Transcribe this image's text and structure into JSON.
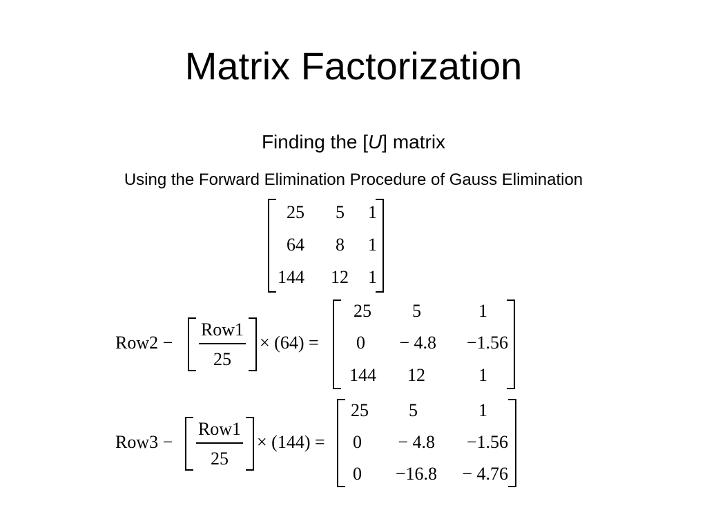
{
  "slide": {
    "title": "Matrix Factorization",
    "subtitle_pre": "Finding the [",
    "subtitle_var": "U",
    "subtitle_post": "] matrix",
    "caption": "Using the Forward Elimination Procedure of Gauss Elimination"
  },
  "matrix_a": [
    [
      "25",
      "5",
      "1"
    ],
    [
      "64",
      "8",
      "1"
    ],
    [
      "144",
      "12",
      "1"
    ]
  ],
  "step1": {
    "row_label": "Row2 −",
    "frac_num": "Row1",
    "frac_den": "25",
    "multiplier": "× (64) =",
    "result": [
      [
        "25",
        "5",
        "1"
      ],
      [
        "0",
        "− 4.8",
        "−1.56"
      ],
      [
        "144",
        "12",
        "1"
      ]
    ]
  },
  "step2": {
    "row_label": "Row3 −",
    "frac_num": "Row1",
    "frac_den": "25",
    "multiplier": "× (144) =",
    "result": [
      [
        "25",
        "5",
        "1"
      ],
      [
        "0",
        "− 4.8",
        "−1.56"
      ],
      [
        "0",
        "−16.8",
        "− 4.76"
      ]
    ]
  }
}
